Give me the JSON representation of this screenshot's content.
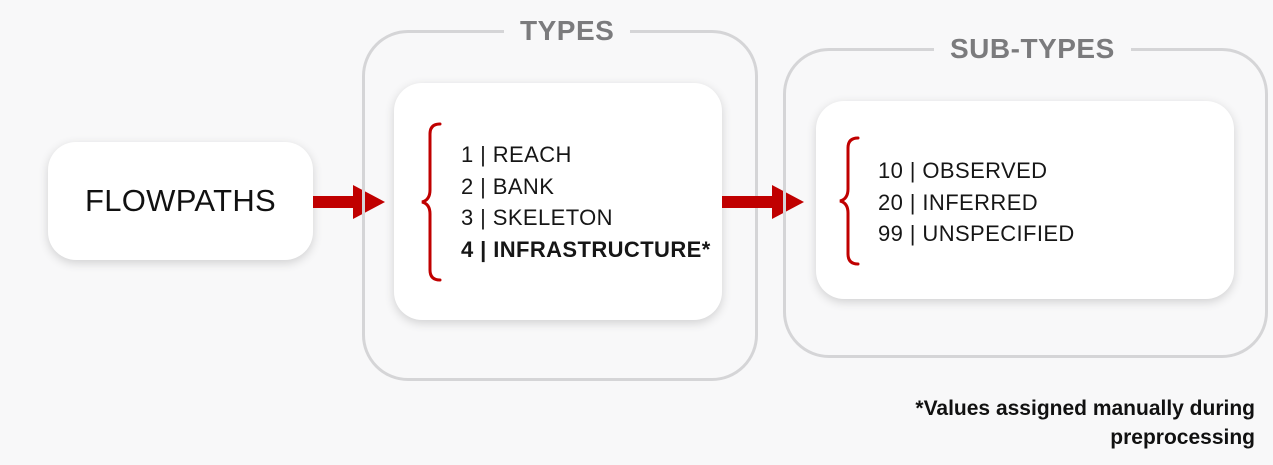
{
  "flowpaths": {
    "label": "FLOWPATHS"
  },
  "types": {
    "title": "TYPES",
    "items": [
      {
        "text": "1 | REACH"
      },
      {
        "text": "2 | BANK"
      },
      {
        "text": "3 | SKELETON"
      },
      {
        "text": "4 | INFRASTRUCTURE*"
      }
    ]
  },
  "subtypes": {
    "title": "SUB-TYPES",
    "items": [
      {
        "text": "10 | OBSERVED"
      },
      {
        "text": "20 | INFERRED"
      },
      {
        "text": "99 | UNSPECIFIED"
      }
    ]
  },
  "footnote": {
    "line1": "*Values assigned manually during",
    "line2": "preprocessing"
  },
  "colors": {
    "arrow": "#c00000",
    "brace": "#c00000",
    "group_border": "#d5d5d7",
    "group_title": "#7b7b7d"
  }
}
